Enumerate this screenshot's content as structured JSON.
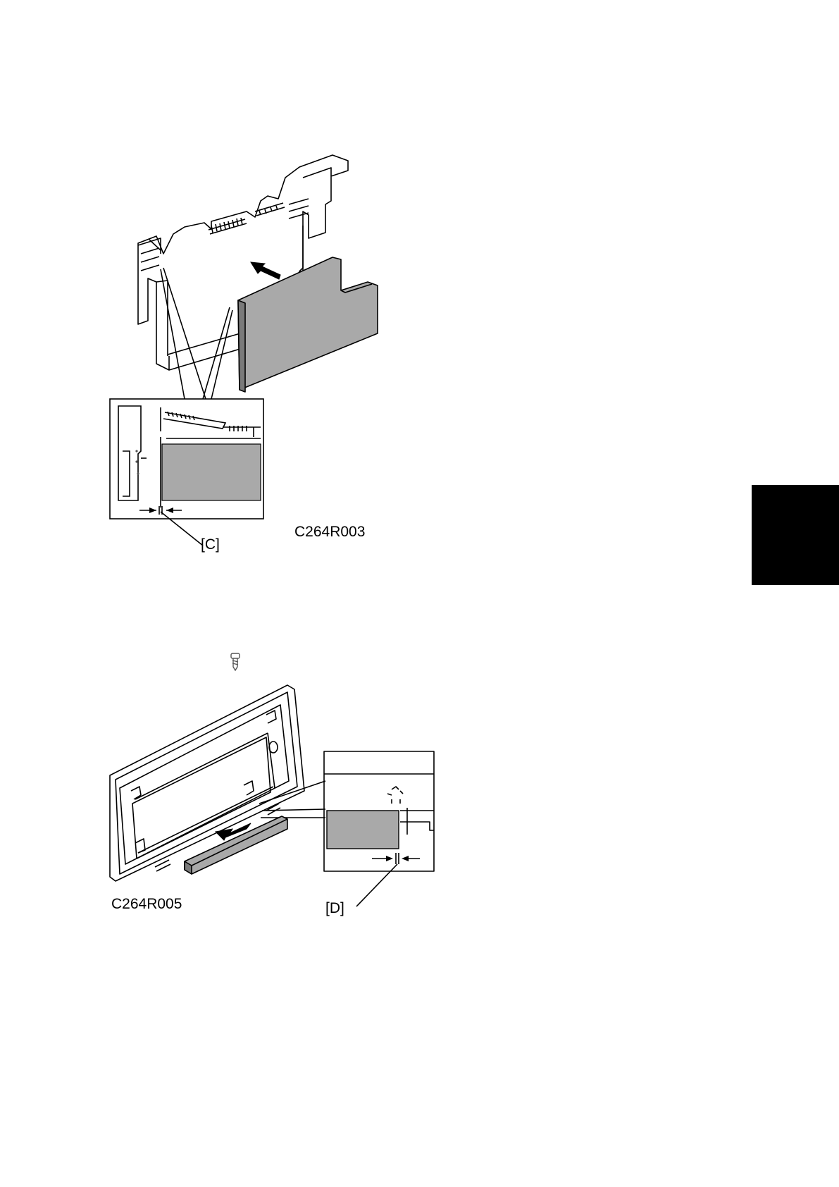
{
  "figures": [
    {
      "code": "C264R003",
      "callout": "[C]"
    },
    {
      "code": "C264R005",
      "callout": "[D]"
    }
  ],
  "icons": {
    "screw": "screw-icon"
  },
  "colors": {
    "foam_pad": "#a9a9a9",
    "line": "#000000",
    "side_tab": "#000000"
  }
}
